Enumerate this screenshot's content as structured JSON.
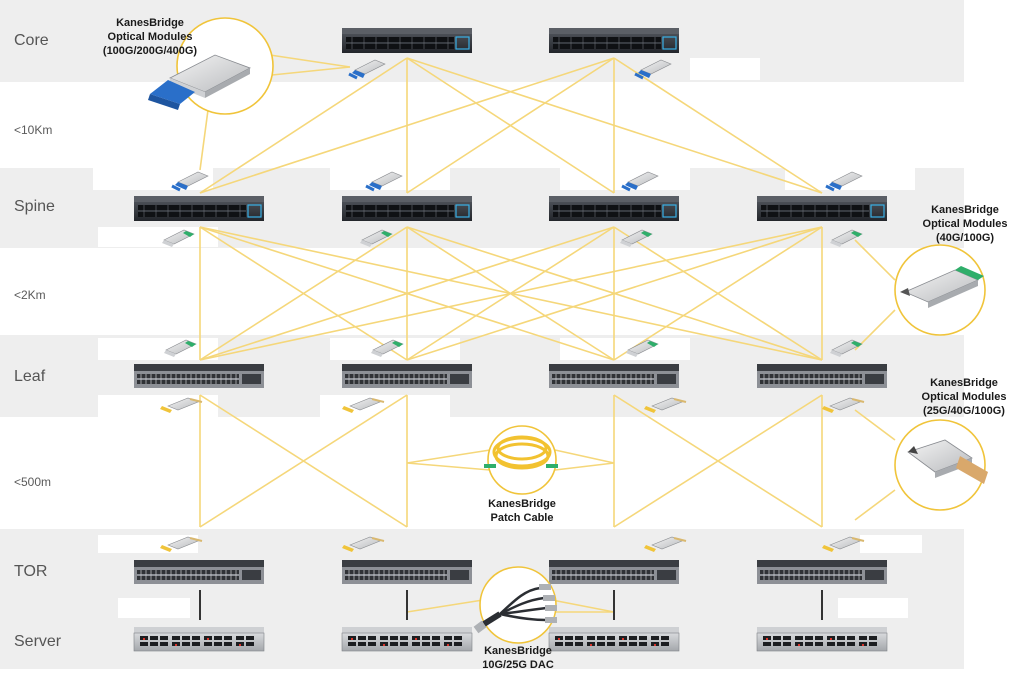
{
  "tiers": {
    "core": "Core",
    "spine": "Spine",
    "leaf": "Leaf",
    "tor": "TOR",
    "server": "Server"
  },
  "distances": {
    "core_spine": "<10Km",
    "spine_leaf": "<2Km",
    "leaf_tor": "<500m"
  },
  "callouts": {
    "core_modules": {
      "brand": "KanesBridge",
      "line1": "Optical Modules",
      "line2": "(100G/200G/400G)"
    },
    "spine_modules": {
      "brand": "KanesBridge",
      "line1": "Optical Modules",
      "line2": "(40G/100G)"
    },
    "leaf_modules": {
      "brand": "KanesBridge",
      "line1": "Optical Modules",
      "line2": "(25G/40G/100G)"
    },
    "patch_cable": {
      "brand": "KanesBridge",
      "line1": "Patch Cable"
    },
    "dac": {
      "brand": "KanesBridge",
      "line1": "10G/25G DAC"
    }
  },
  "colors": {
    "link_yellow": "#f5d77a",
    "band_gray": "#eeeeee",
    "switch_dark": "#2b2e33",
    "module_blue": "#2a6fc9",
    "module_green": "#2fae6a",
    "module_yellow": "#f0c43a"
  },
  "icons": {
    "switch": "network-switch-icon",
    "server": "rack-server-icon",
    "transceiver": "optical-transceiver-icon",
    "cable": "fiber-patch-cable-icon",
    "dac": "dac-cable-icon"
  }
}
